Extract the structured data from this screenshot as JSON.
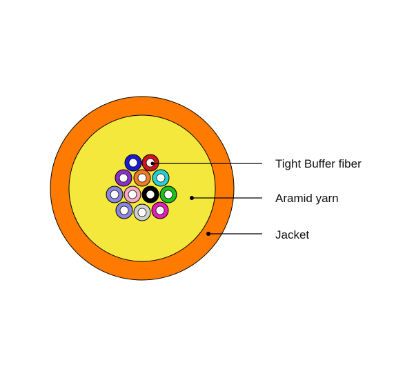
{
  "labels": {
    "tight_buffer": "Tight Buffer fiber",
    "aramid": "Aramid yarn",
    "jacket": "Jacket"
  },
  "colors": {
    "jacket": "#ff7a00",
    "aramid": "#f4e83c",
    "outline": "#000000",
    "fibers": [
      "#1a1ad6",
      "#d0151b",
      "#8b2fc9",
      "#f07a2c",
      "#27d0d4",
      "#8a86e0",
      "#f6a9c4",
      "#000000",
      "#1ec01e",
      "#8a86e0",
      "#d0d0d0",
      "#e020b8"
    ]
  }
}
